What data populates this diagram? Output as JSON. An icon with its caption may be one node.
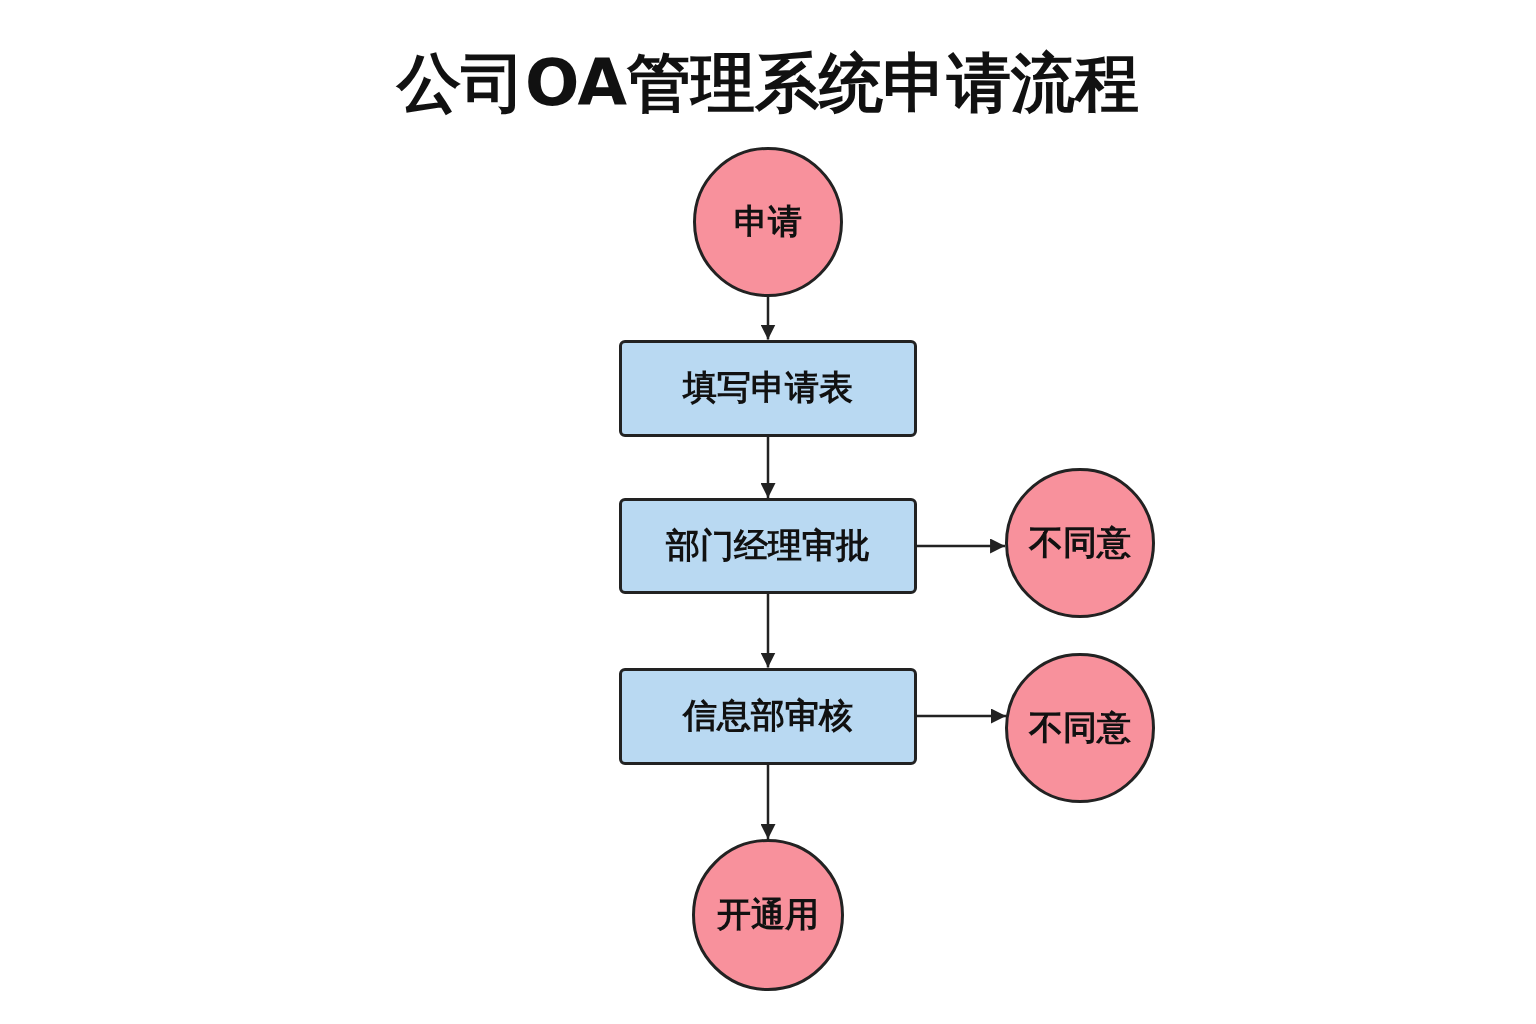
{
  "diagram": {
    "title": "公司OA管理系统申请流程",
    "nodes": [
      {
        "text": [
          "申请"
        ]
      },
      {
        "text": [
          "填写申请表"
        ]
      },
      {
        "text": [
          "部门经理审批"
        ]
      },
      {
        "text": [
          "不同意"
        ]
      },
      {
        "text": [
          "信息部审核"
        ]
      },
      {
        "text": [
          "不同意"
        ]
      },
      {
        "text": [
          "开通用"
        ]
      }
    ],
    "edges": [
      {
        "from": 0,
        "to": 1,
        "arrow": "to"
      },
      {
        "from": 1,
        "to": 2,
        "arrow": "to"
      },
      {
        "from": 2,
        "to": 3,
        "arrow": "to"
      },
      {
        "from": 2,
        "to": 4,
        "arrow": "to"
      },
      {
        "from": 4,
        "to": 5,
        "arrow": "to"
      },
      {
        "from": 4,
        "to": 6,
        "arrow": "to"
      }
    ]
  }
}
